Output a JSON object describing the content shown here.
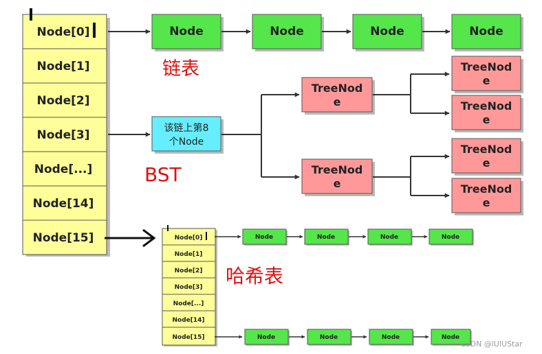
{
  "big_table": {
    "cells": [
      "Node[0]",
      "Node[1]",
      "Node[2]",
      "Node[3]",
      "Node[...]",
      "Node[14]",
      "Node[15]"
    ]
  },
  "linked_list": {
    "nodes": [
      "Node",
      "Node",
      "Node",
      "Node"
    ],
    "label": "链表"
  },
  "bst": {
    "root": [
      "该链上第8",
      "个Node"
    ],
    "label": "BST",
    "tree_node": [
      "TreeNod",
      "e"
    ]
  },
  "hash_table": {
    "label": "哈希表",
    "cells": [
      "Node[0]",
      "Node[1]",
      "Node[2]",
      "Node[3]",
      "Node[...]",
      "Node[14]",
      "Node[15]"
    ],
    "row_nodes": [
      "Node",
      "Node",
      "Node",
      "Node"
    ]
  },
  "watermark": "CSDN @lUlUStar",
  "colors": {
    "cell": "#ffff99",
    "node": "#55e64b",
    "tree_node": "#ff9999",
    "bst_root": "#66eeff",
    "label_red": "#dd1111"
  }
}
